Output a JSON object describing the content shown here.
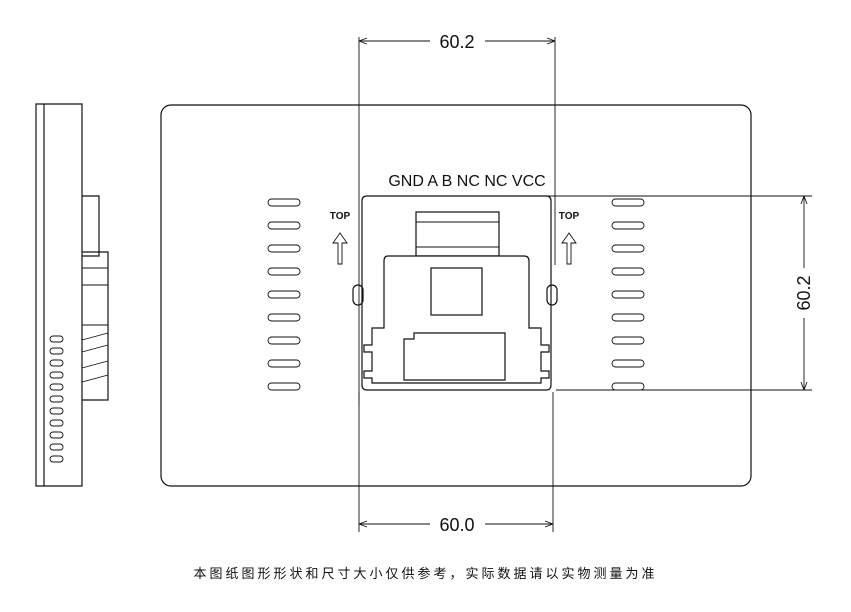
{
  "dimensions": {
    "top_width": "60.2",
    "bottom_width": "60.0",
    "right_height": "60.2"
  },
  "pin_labels": "GND A B NC NC VCC",
  "direction_labels": {
    "left": "TOP",
    "right": "TOP"
  },
  "caption": "本图纸图形形状和尺寸大小仅供参考，实际数据请以实物测量为准",
  "colors": {
    "line": "#111111",
    "background": "#ffffff"
  }
}
